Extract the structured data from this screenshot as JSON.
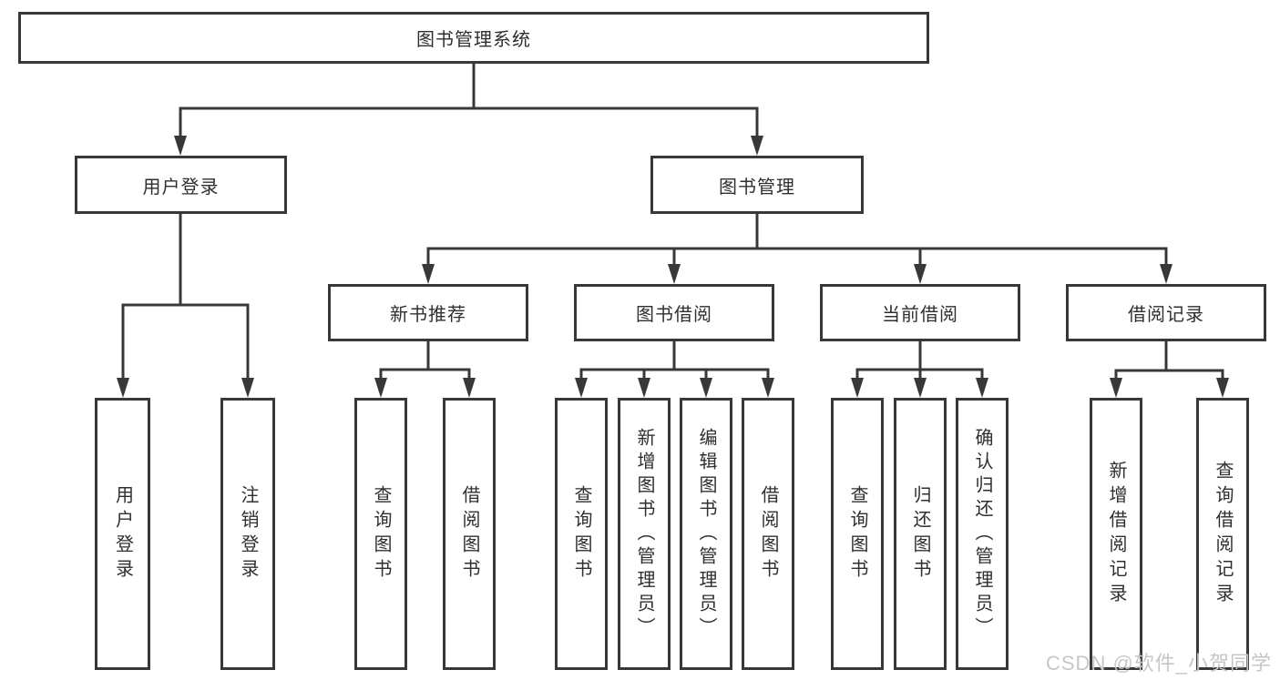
{
  "tree": {
    "root": "图书管理系统",
    "branches": [
      {
        "label": "用户登录",
        "children": [
          "用户登录",
          "注销登录"
        ]
      },
      {
        "label": "图书管理",
        "children": [
          {
            "label": "新书推荐",
            "children": [
              "查询图书",
              "借阅图书"
            ]
          },
          {
            "label": "图书借阅",
            "children": [
              "查询图书",
              "新增图书（管理员）",
              "编辑图书（管理员）",
              "借阅图书"
            ]
          },
          {
            "label": "当前借阅",
            "children": [
              "查询图书",
              "归还图书",
              "确认归还（管理员）"
            ]
          },
          {
            "label": "借阅记录",
            "children": [
              "新增借阅记录",
              "查询借阅记录"
            ]
          }
        ]
      }
    ]
  },
  "watermark": "CSDN @软件_小贺同学",
  "colors": {
    "line": "#383838",
    "text": "#2f2f2f",
    "watermark": "#c6c6c6",
    "background": "#ffffff"
  }
}
